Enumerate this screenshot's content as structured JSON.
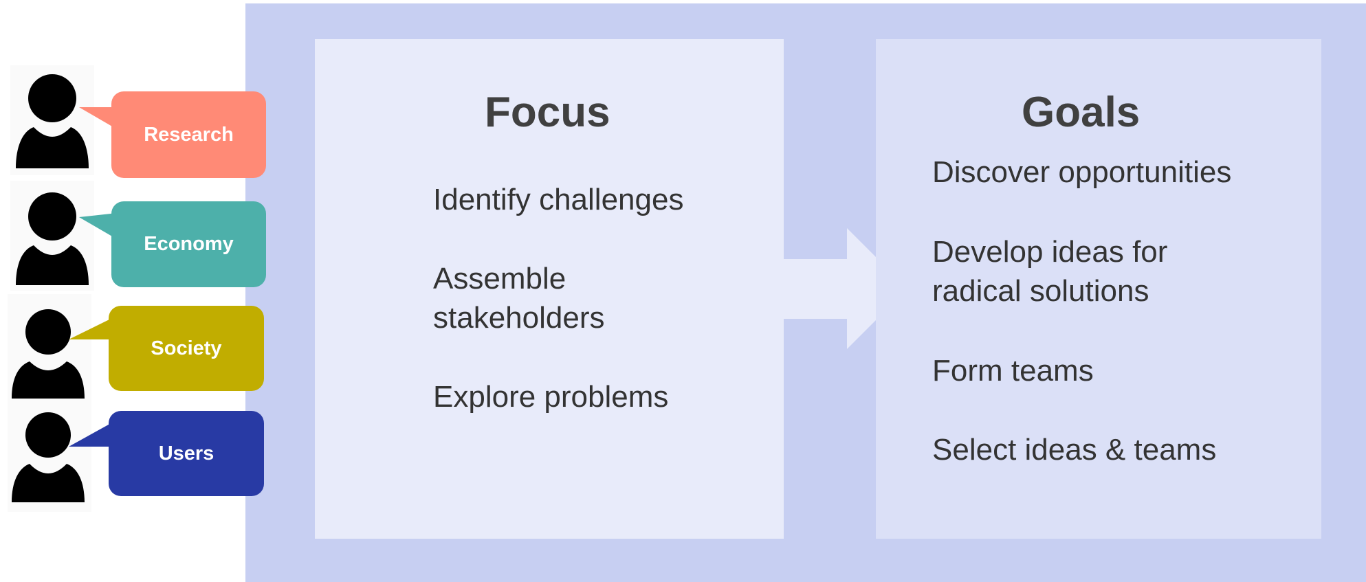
{
  "focus": {
    "title": "Focus",
    "items": [
      "Identify challenges",
      "Assemble\nstakeholders",
      "Explore problems"
    ]
  },
  "goals": {
    "title": "Goals",
    "items": [
      "Discover opportunities",
      "Develop ideas for\nradical solutions",
      "Form teams",
      "Select ideas & teams"
    ]
  },
  "stakeholders": [
    {
      "label": "Research",
      "color": "#ff8a76",
      "icon": "person-icon"
    },
    {
      "label": "Economy",
      "color": "#4db0aa",
      "icon": "person-icon"
    },
    {
      "label": "Society",
      "color": "#c1ad00",
      "icon": "person-icon"
    },
    {
      "label": "Users",
      "color": "#283aa4",
      "icon": "person-icon"
    }
  ],
  "colors": {
    "panel_background": "#c7cff2",
    "focus_box": "#e8ebfa",
    "goals_box": "#dbe0f7",
    "arrow": "#e8ebfa"
  }
}
